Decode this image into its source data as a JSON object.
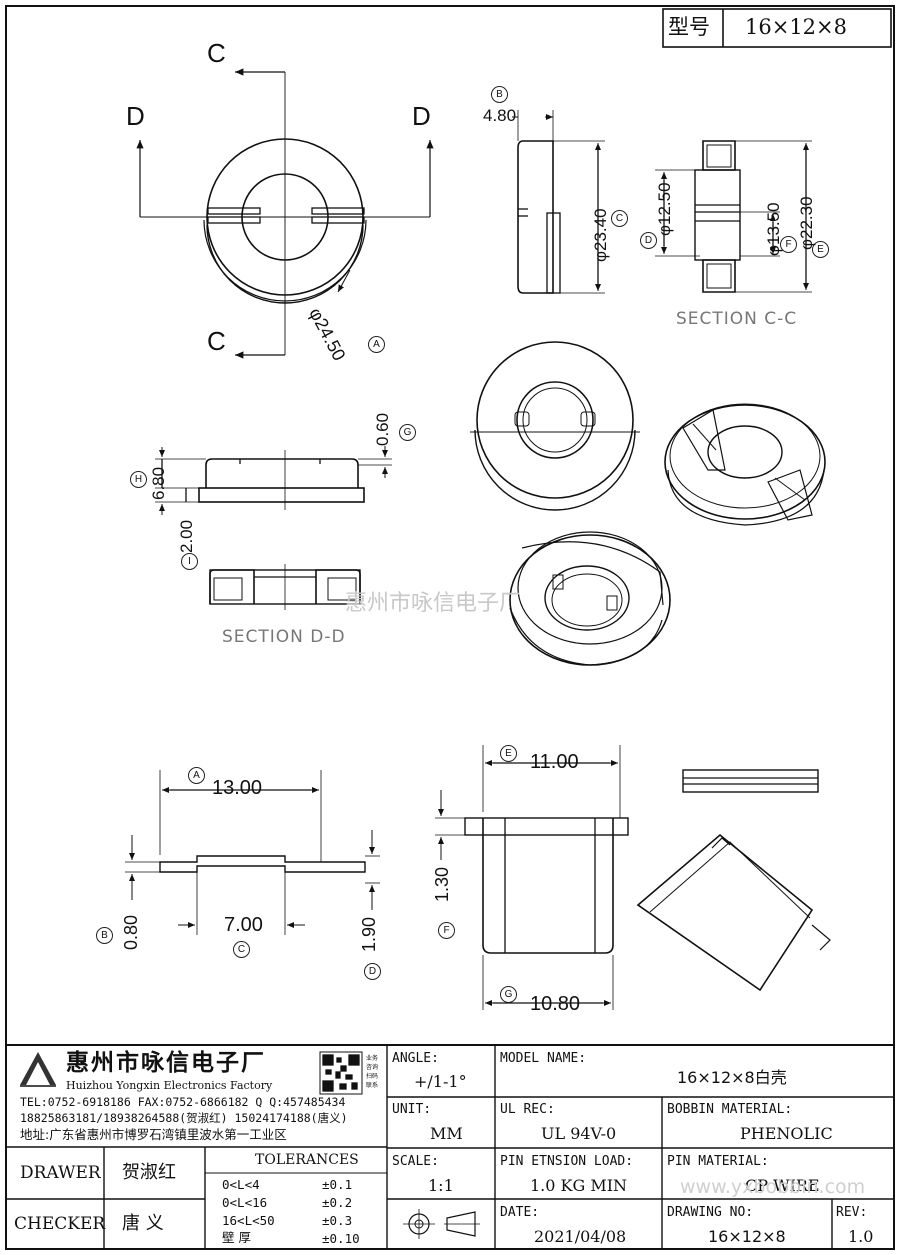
{
  "header": {
    "model_label": "型号",
    "model_value": "16×12×8"
  },
  "views": {
    "letters": {
      "c": "C",
      "d": "D"
    },
    "dims": {
      "dia_outer": "φ24.50",
      "width_top": "4.80",
      "dia_2340": "φ23.40",
      "dia_1250": "φ12.50",
      "dia_1350": "φ13.50",
      "dia_2230": "φ22.30",
      "h_680": "6.80",
      "h_060": "0.60",
      "h_200": "2.00",
      "w_1300": "13.00",
      "w_700": "7.00",
      "h_080": "0.80",
      "h_190": "1.90",
      "w_1100": "11.00",
      "h_130": "1.30",
      "w_1080": "10.80"
    },
    "refs": {
      "a": "A",
      "b": "B",
      "c": "C",
      "d": "D",
      "e": "E",
      "f": "F",
      "g": "G",
      "h": "H",
      "i": "I"
    },
    "section_cc": "SECTION C-C",
    "section_dd": "SECTION D-D",
    "watermark_center": "惠州市咏信电子厂",
    "watermark_corner": "www.yxbobbin.com"
  },
  "company": {
    "name_cn": "惠州市咏信电子厂",
    "name_en": "Huizhou Yongxin Electronics Factory",
    "contact_line1": "TEL:0752-6918186  FAX:0752-6866182  Q Q:457485434",
    "contact_line2": "18825863181/18938264588(贺淑红)  15024174188(唐义)",
    "address": "地址:广东省惠州市博罗石湾镇里波水第一工业区",
    "qr_text": "业务咨询 扫码联系"
  },
  "titleblock": {
    "angle_label": "ANGLE:",
    "angle_value": "+/1-1°",
    "unit_label": "UNIT:",
    "unit_value": "MM",
    "scale_label": "SCALE:",
    "scale_value": "1:1",
    "model_name_label": "MODEL NAME:",
    "model_name_value": "16×12×8白壳",
    "ul_label": "UL REC:",
    "ul_value": "UL 94V-0",
    "bobbin_label": "BOBBIN MATERIAL:",
    "bobbin_value": "PHENOLIC",
    "pin_load_label": "PIN ETNSION LOAD:",
    "pin_load_value": "1.0 KG MIN",
    "pin_mat_label": "PIN MATERIAL:",
    "pin_mat_value": "CP WIRE",
    "date_label": "DATE:",
    "date_value": "2021/04/08",
    "drawing_label": "DRAWING NO:",
    "drawing_value": "16×12×8",
    "rev_label": "REV:",
    "rev_value": "1.0",
    "drawer_label": "DRAWER",
    "drawer_name": "贺淑红",
    "checker_label": "CHECKER",
    "checker_name": "唐 义",
    "tolerances_title": "TOLERANCES",
    "tolerances": [
      {
        "range": "0<L<4",
        "value": "±0.1"
      },
      {
        "range": "0<L<16",
        "value": "±0.2"
      },
      {
        "range": "16<L<50",
        "value": "±0.3"
      },
      {
        "range": "壁  厚",
        "value": "±0.10"
      }
    ]
  }
}
